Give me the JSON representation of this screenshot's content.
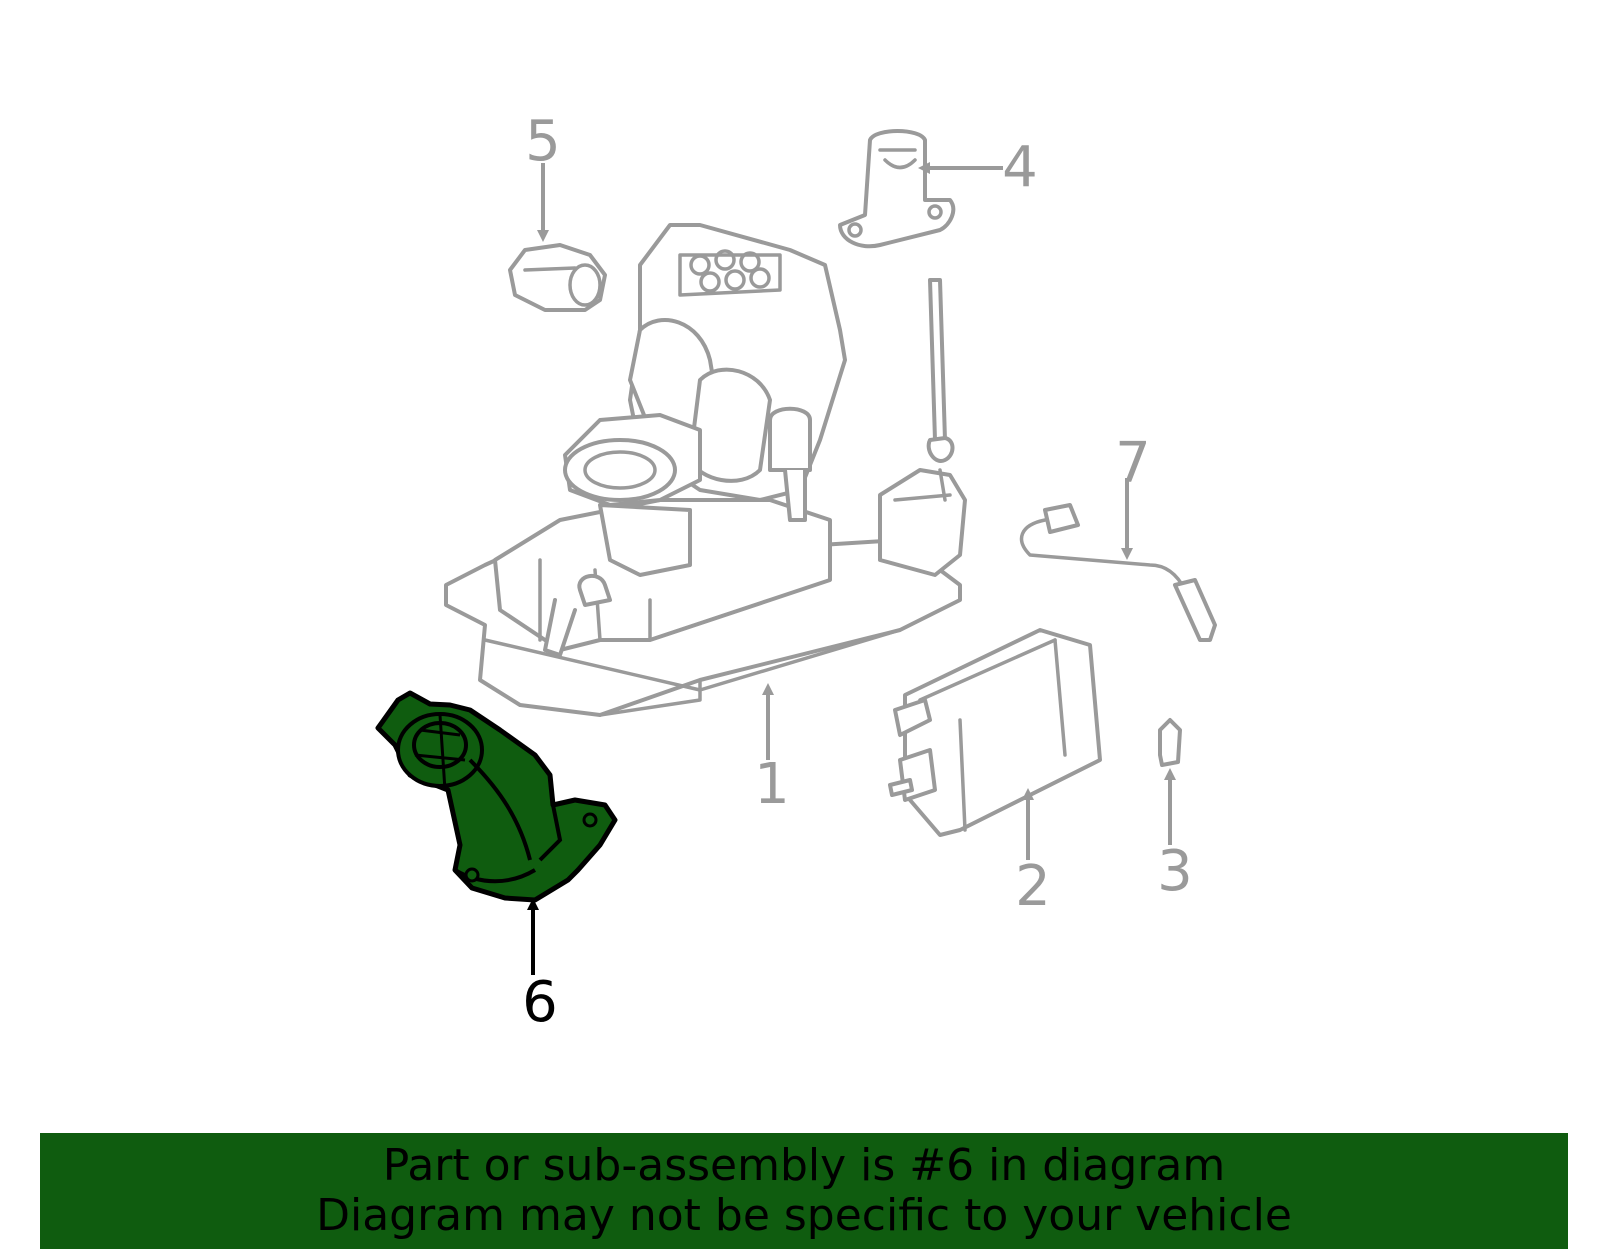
{
  "callouts": {
    "c1": "1",
    "c2": "2",
    "c3": "3",
    "c4": "4",
    "c5": "5",
    "c6": "6",
    "c7": "7"
  },
  "highlighted_part": "6",
  "colors": {
    "line_art": "#9a9a9a",
    "highlight_fill": "#0f5c0f",
    "highlight_outline": "#000000",
    "banner_bg": "#0f5c0f",
    "banner_text": "#000000"
  },
  "banner": {
    "line1": "Part or sub-assembly is #6 in diagram",
    "line2": "Diagram may not be specific to your vehicle"
  }
}
